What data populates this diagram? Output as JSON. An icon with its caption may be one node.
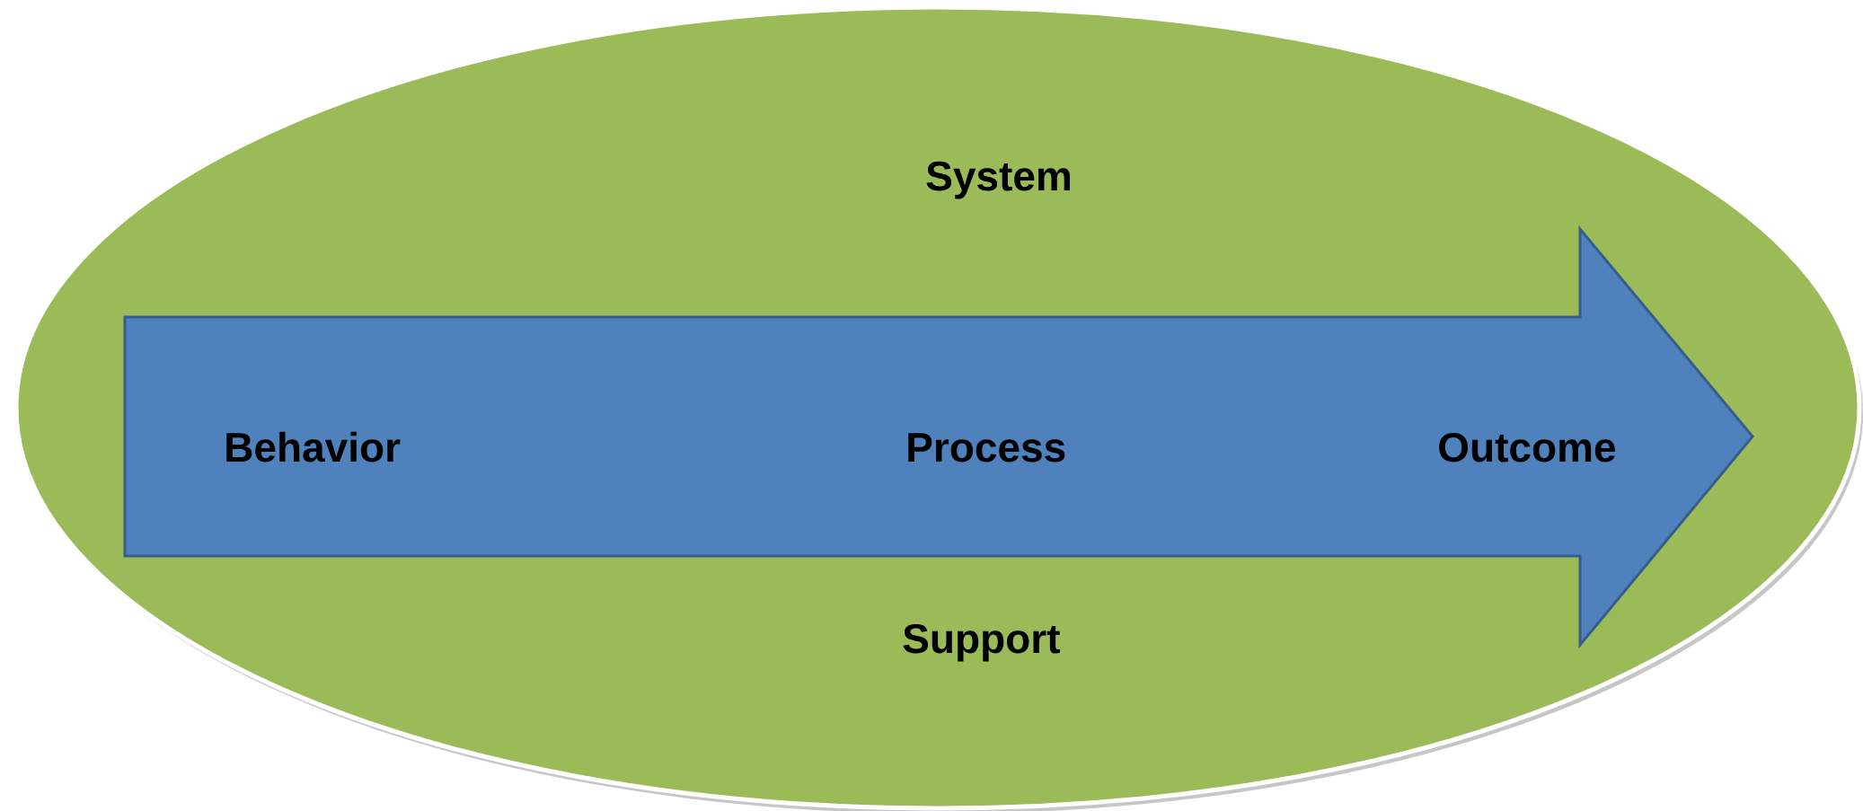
{
  "diagram": {
    "nodes": [
      {
        "text": [
          "System",
          "Support"
        ]
      },
      {
        "text": [
          "Behavior",
          "Process",
          "Outcome"
        ],
        "in": 0
      }
    ]
  }
}
